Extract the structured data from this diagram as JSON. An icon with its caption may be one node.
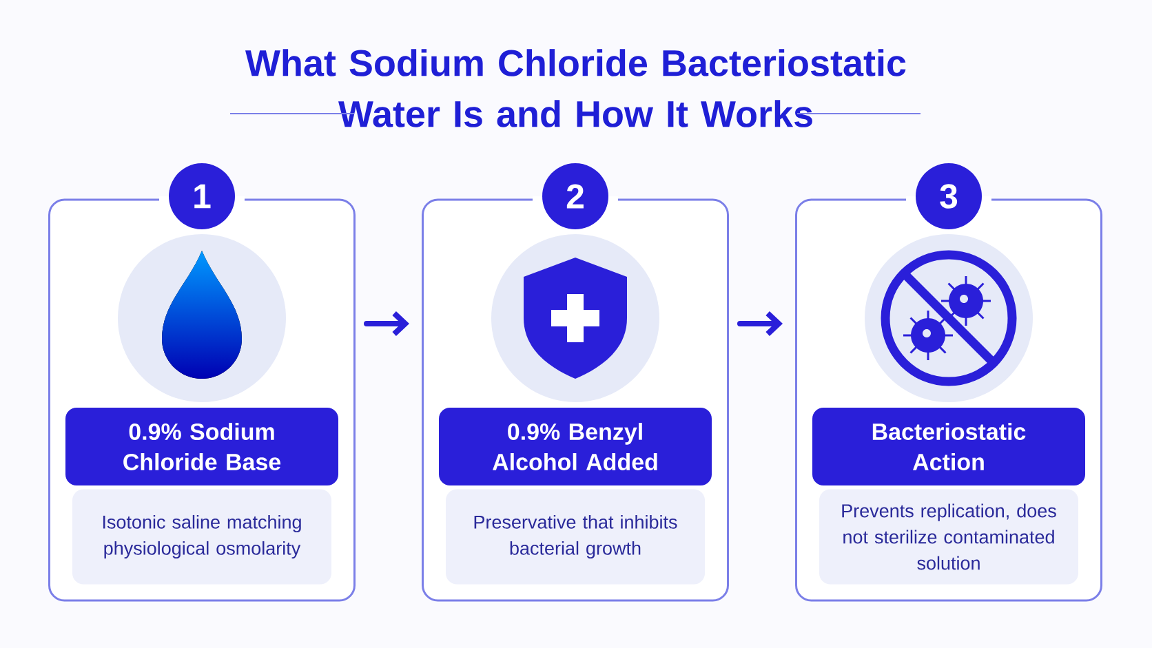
{
  "diagram": {
    "title": "What Sodium Chloride Bacteriostatic Water Is and How It Works",
    "nodes": [
      {
        "text": [
          "1"
        ]
      },
      {
        "text": [
          "0.9% Sodium Chloride Base"
        ],
        "in": 0
      },
      {
        "text": [
          "Isotonic saline matching physiological osmolarity"
        ],
        "in": 0
      },
      {
        "text": [
          "2"
        ]
      },
      {
        "text": [
          "0.9% Benzyl Alcohol Added"
        ],
        "in": 3
      },
      {
        "text": [
          "Preservative that inhibits bacterial growth"
        ],
        "in": 3
      },
      {
        "text": [
          "3"
        ]
      },
      {
        "text": [
          "Bacteriostatic Action"
        ],
        "in": 6
      },
      {
        "text": [
          "Prevents replication, does not sterilize contaminated solution"
        ],
        "in": 6
      }
    ],
    "edges": [
      {
        "from": 0,
        "to": 3,
        "arrow": "to"
      },
      {
        "from": 3,
        "to": 6,
        "arrow": "to"
      }
    ]
  }
}
